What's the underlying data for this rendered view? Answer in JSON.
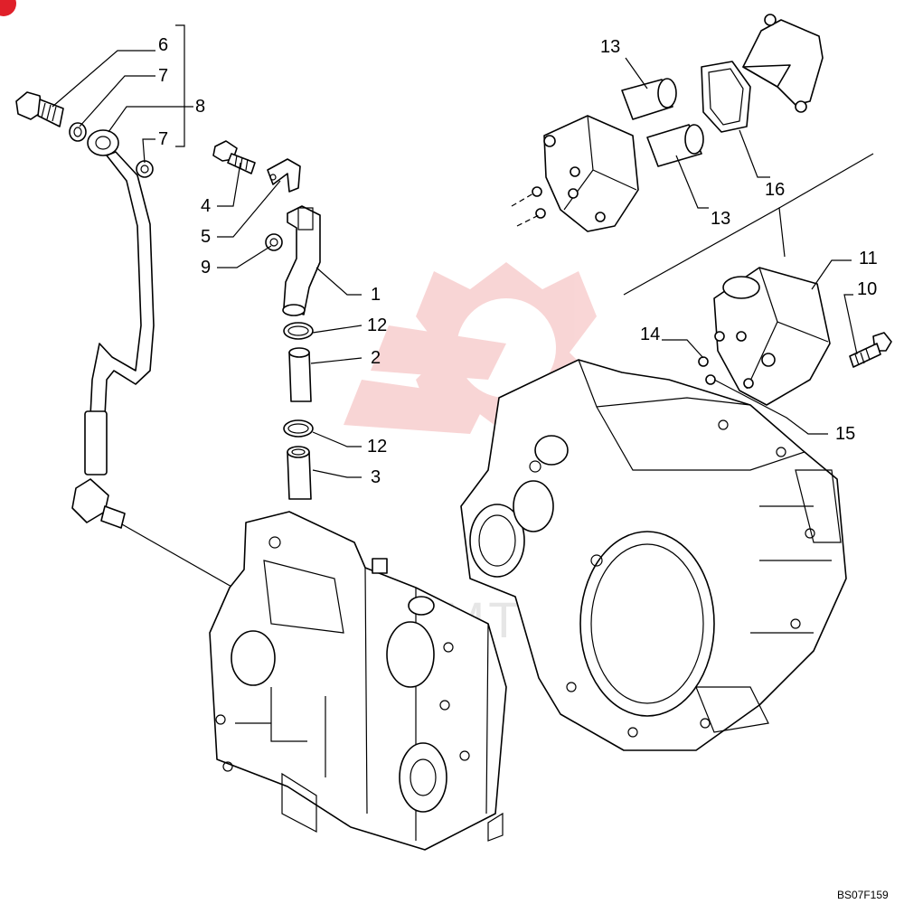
{
  "watermark": "IMTEX",
  "drawing_code": "BS07F159",
  "callouts": [
    {
      "id": "6",
      "text": "6"
    },
    {
      "id": "7a",
      "text": "7"
    },
    {
      "id": "8",
      "text": "8"
    },
    {
      "id": "7b",
      "text": "7"
    },
    {
      "id": "4",
      "text": "4"
    },
    {
      "id": "5",
      "text": "5"
    },
    {
      "id": "9",
      "text": "9"
    },
    {
      "id": "1",
      "text": "1"
    },
    {
      "id": "12a",
      "text": "12"
    },
    {
      "id": "2",
      "text": "2"
    },
    {
      "id": "12b",
      "text": "12"
    },
    {
      "id": "3",
      "text": "3"
    },
    {
      "id": "13a",
      "text": "13"
    },
    {
      "id": "13b",
      "text": "13"
    },
    {
      "id": "16",
      "text": "16"
    },
    {
      "id": "11",
      "text": "11"
    },
    {
      "id": "10",
      "text": "10"
    },
    {
      "id": "14",
      "text": "14"
    },
    {
      "id": "15",
      "text": "15"
    }
  ],
  "colors": {
    "watermark_gear": "#f4b4b4",
    "corner_badge": "#e0202a"
  }
}
